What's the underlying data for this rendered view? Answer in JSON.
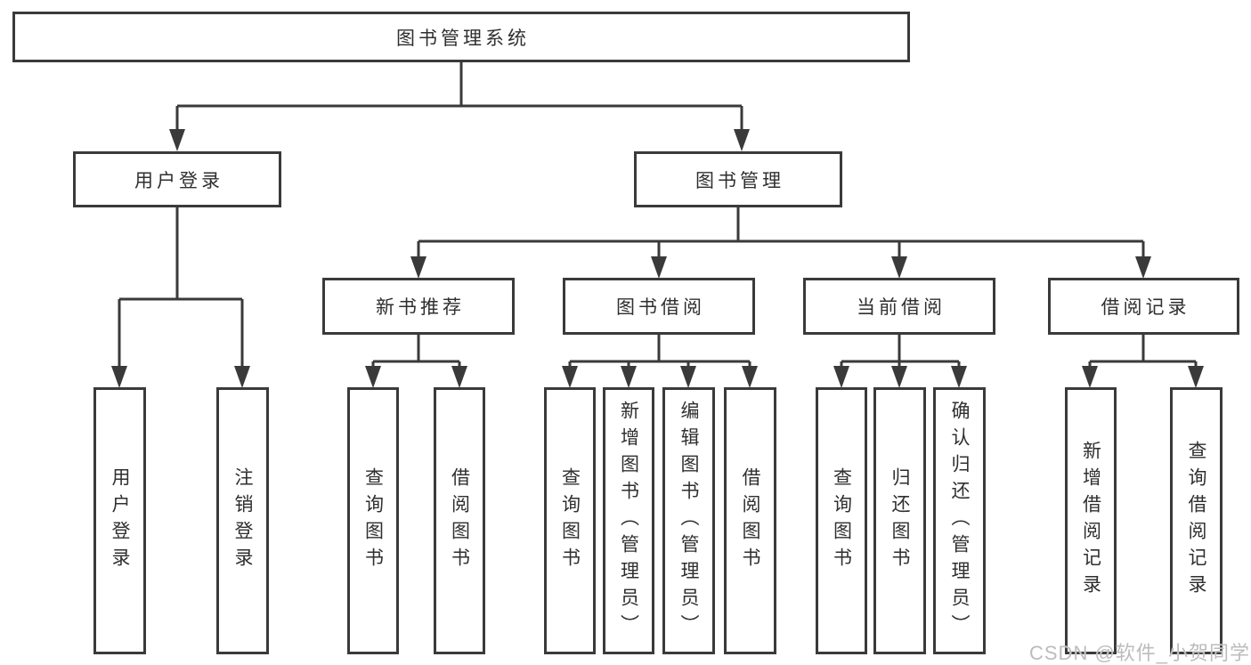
{
  "tree": {
    "label": "图书管理系统",
    "children": [
      {
        "label": "用户登录",
        "children": [
          {
            "label": "用户登录"
          },
          {
            "label": "注销登录"
          }
        ]
      },
      {
        "label": "图书管理",
        "children": [
          {
            "label": "新书推荐",
            "children": [
              {
                "label": "查询图书"
              },
              {
                "label": "借阅图书"
              }
            ]
          },
          {
            "label": "图书借阅",
            "children": [
              {
                "label": "查询图书"
              },
              {
                "label": "新增图书（管理员）"
              },
              {
                "label": "编辑图书（管理员）"
              },
              {
                "label": "借阅图书"
              }
            ]
          },
          {
            "label": "当前借阅",
            "children": [
              {
                "label": "查询图书"
              },
              {
                "label": "归还图书"
              },
              {
                "label": "确认归还（管理员）"
              }
            ]
          },
          {
            "label": "借阅记录",
            "children": [
              {
                "label": "新增借阅记录"
              },
              {
                "label": "查询借阅记录"
              }
            ]
          }
        ]
      }
    ]
  },
  "watermark": {
    "text": "CSDN @软件_小贺同学"
  },
  "colors": {
    "line": "#3a3a3a",
    "box_border": "#3a3a3a",
    "text": "#2f2f2f",
    "watermark_text": "#bcbcbc",
    "background": "#ffffff"
  }
}
